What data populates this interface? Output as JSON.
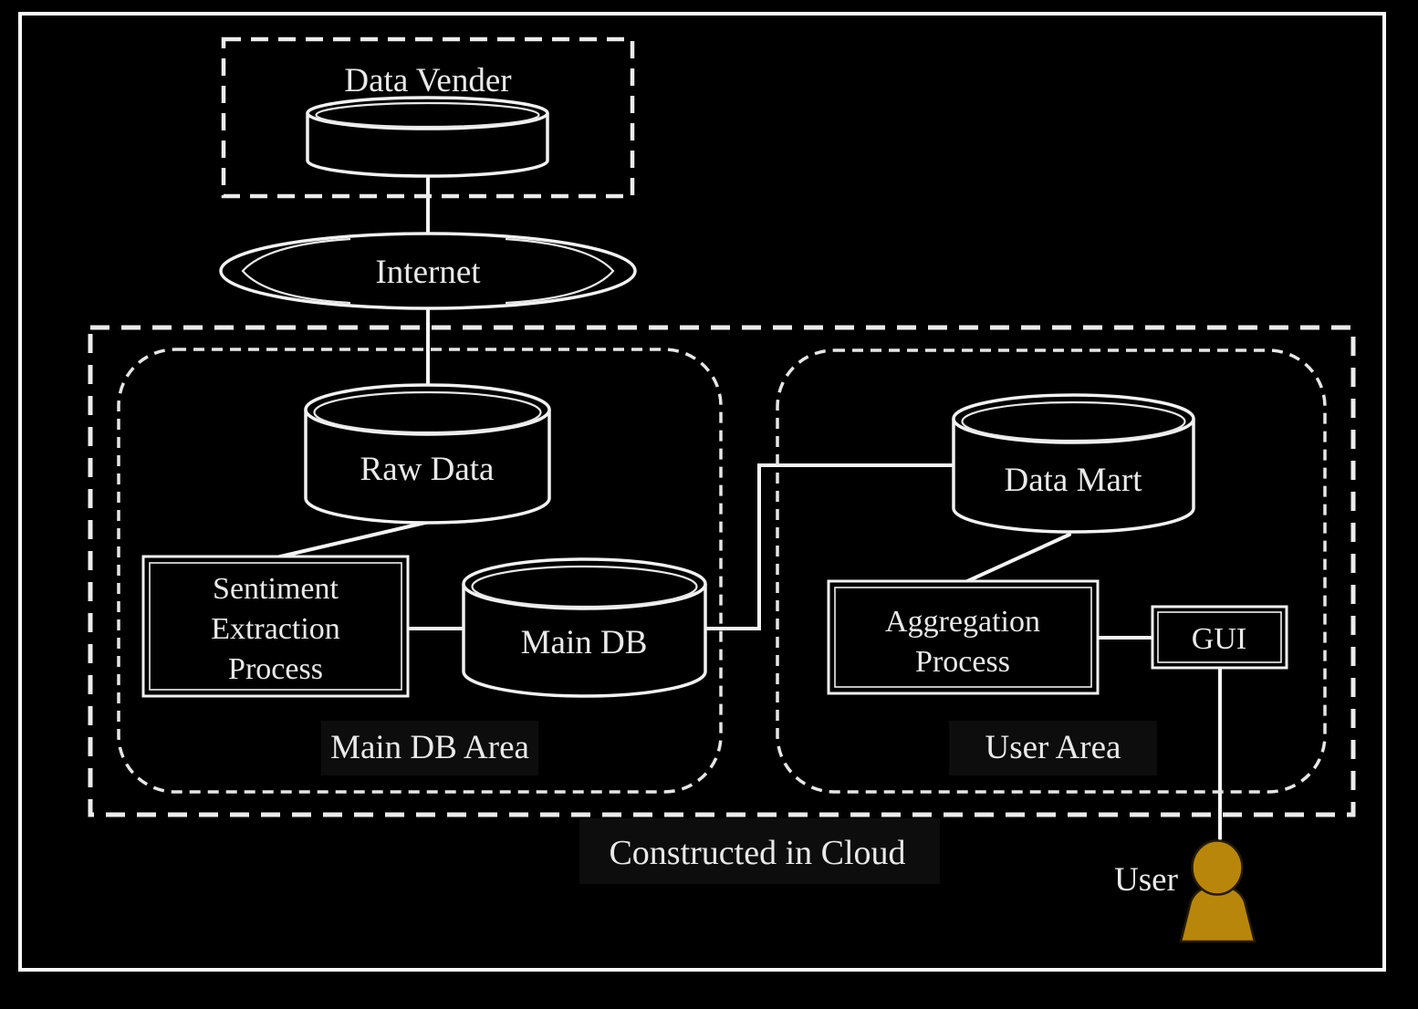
{
  "diagram": {
    "background": "#000000",
    "line_color": "#f2f2f2",
    "text_color": "#e9e9e9",
    "actor_color": "#B8860B",
    "nodes": {
      "data_vender": {
        "label": "Data Vender",
        "shape": "cylinder"
      },
      "internet": {
        "label": "Internet",
        "shape": "cloud-ellipse"
      },
      "raw_data": {
        "label": "Raw Data",
        "shape": "cylinder"
      },
      "sentiment_extraction": {
        "line1": "Sentiment",
        "line2": "Extraction",
        "line3": "Process",
        "shape": "rect"
      },
      "main_db": {
        "label": "Main DB",
        "shape": "cylinder"
      },
      "data_mart": {
        "label": "Data Mart",
        "shape": "cylinder"
      },
      "aggregation": {
        "line1": "Aggregation",
        "line2": "Process",
        "shape": "rect"
      },
      "gui": {
        "label": "GUI",
        "shape": "rect"
      },
      "user": {
        "label": "User",
        "shape": "person"
      }
    },
    "areas": {
      "data_vender_box": {
        "style": "dashed-rect"
      },
      "cloud_box": {
        "label": "Constructed in Cloud",
        "style": "dashed-rect"
      },
      "main_db_area": {
        "label": "Main DB Area",
        "style": "dashed-rounded"
      },
      "user_area": {
        "label": "User Area",
        "style": "dashed-rounded"
      }
    },
    "edges": [
      {
        "from": "data_vender",
        "to": "internet"
      },
      {
        "from": "internet",
        "to": "raw_data"
      },
      {
        "from": "raw_data",
        "to": "sentiment_extraction"
      },
      {
        "from": "sentiment_extraction",
        "to": "main_db"
      },
      {
        "from": "main_db",
        "to": "data_mart"
      },
      {
        "from": "data_mart",
        "to": "aggregation"
      },
      {
        "from": "aggregation",
        "to": "gui"
      },
      {
        "from": "gui",
        "to": "user"
      }
    ]
  }
}
